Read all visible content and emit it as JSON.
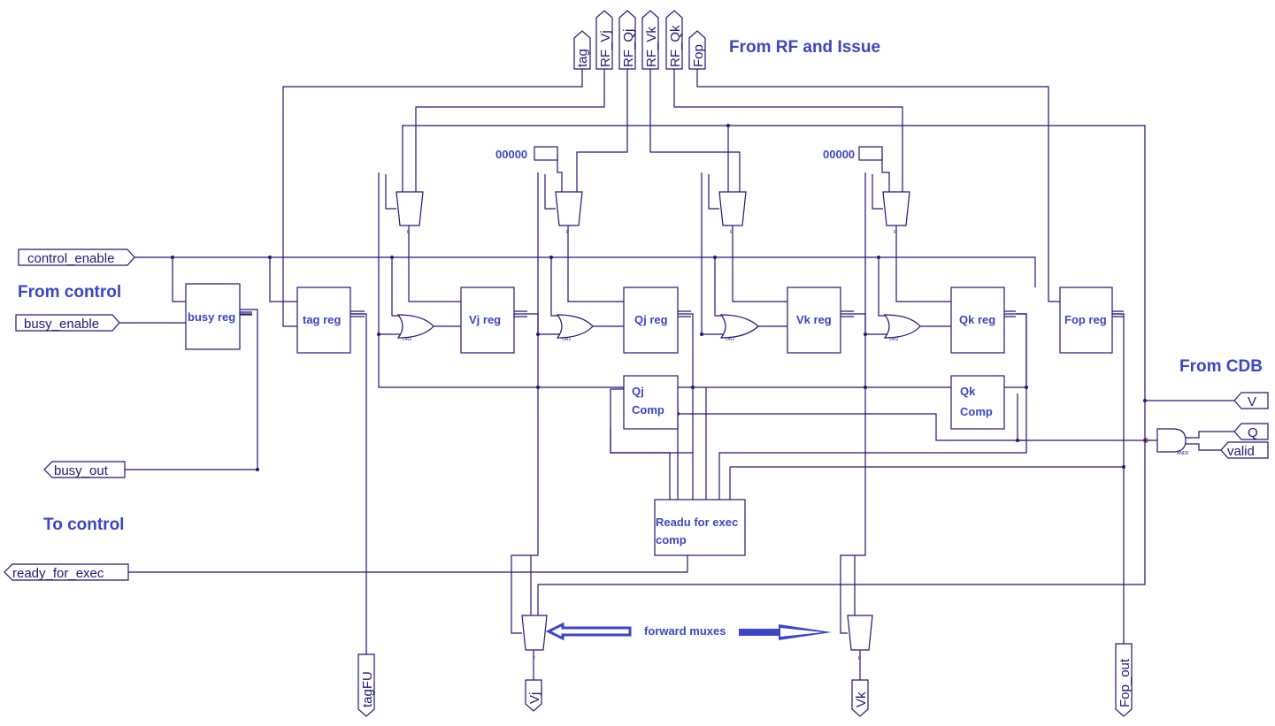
{
  "labels": {
    "from_rf_issue": "From RF and Issue",
    "from_control": "From control",
    "to_control": "To control",
    "from_cdb": "From CDB",
    "forward_muxes": "forward muxes"
  },
  "inputs_top": [
    "tag",
    "RF_Vj",
    "RF_Qj",
    "RF_Vk",
    "RF_Qk",
    "Fop"
  ],
  "inputs_left": {
    "control_enable": "control_enable",
    "busy_enable": "busy_enable"
  },
  "outputs_left": {
    "busy_out": "busy_out",
    "ready_for_exec": "ready_for_exec"
  },
  "inputs_right": {
    "v": "V",
    "q": "Q",
    "valid": "valid"
  },
  "outputs_bottom": [
    "tagFU",
    "Vj",
    "Vk",
    "Fop_out"
  ],
  "constants": {
    "qj_zero": "00000",
    "qk_zero": "00000"
  },
  "blocks": {
    "busy_reg": "busy reg",
    "tag_reg": "tag reg",
    "vj_reg": "Vj reg",
    "qj_reg": "Qj reg",
    "vk_reg": "Vk reg",
    "qk_reg": "Qk reg",
    "fop_reg": "Fop reg",
    "qj_comp_l1": "Qj",
    "qj_comp_l2": "Comp",
    "qk_comp_l1": "Qk",
    "qk_comp_l2": "Comp",
    "ready_l1": "Readu for exec",
    "ready_l2": "comp"
  },
  "colors": {
    "wire": "#1a1a78",
    "label": "#3a45c8",
    "background": "#ffffff"
  }
}
